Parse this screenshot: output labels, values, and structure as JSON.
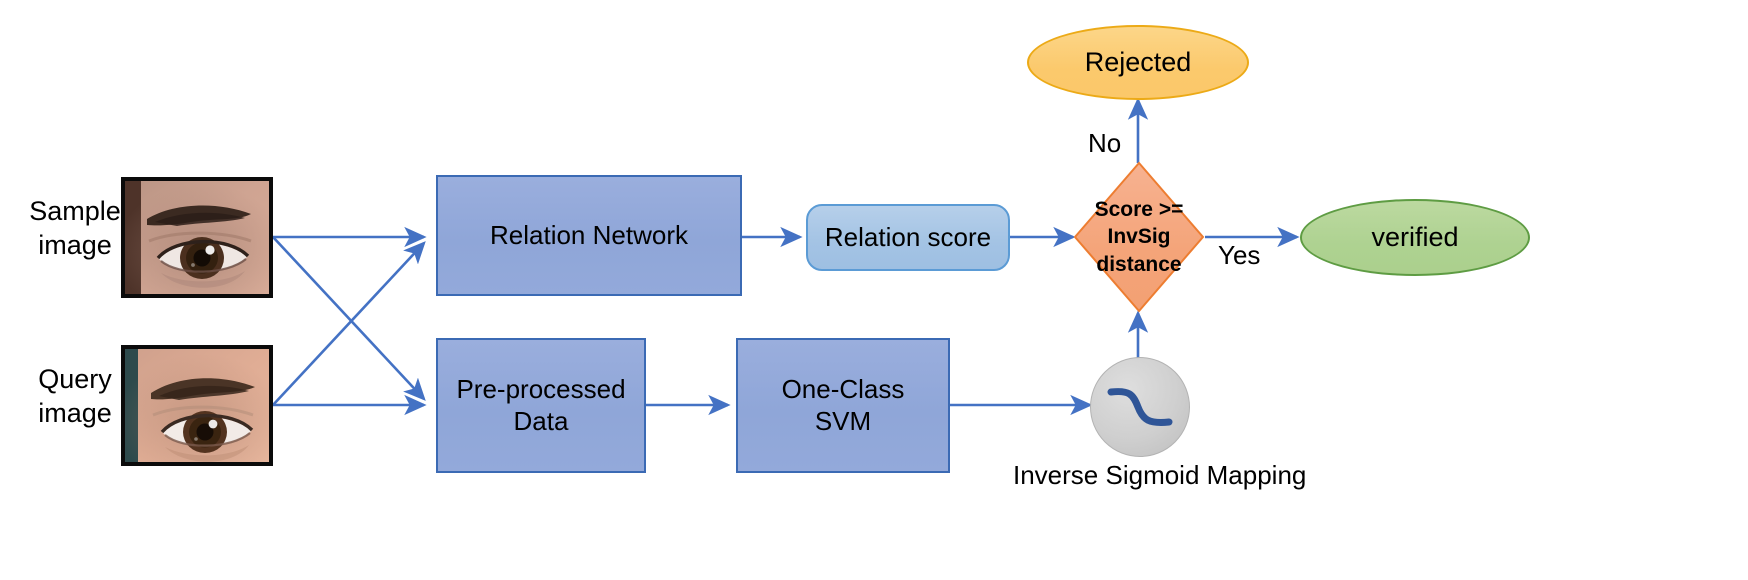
{
  "diagram": {
    "title": "Biometric verification flowchart",
    "colors": {
      "process_fill": "#8fa6d8",
      "process_border": "#3b6ab4",
      "score_fill": "#a3c3e4",
      "score_border": "#5b9bd5",
      "decision_fill": "#f4a479",
      "decision_border": "#ed7d31",
      "rejected_fill": "#fbc96c",
      "rejected_border": "#ecaa17",
      "verified_fill": "#aed291",
      "verified_border": "#5e9c43",
      "circle_fill": "#cfcfcf",
      "sigmoid_stroke": "#2f5597",
      "arrow": "#4472c4"
    },
    "inputs": [
      {
        "label": "Sample\nimage",
        "image_alt": "close-up photo of a human eye"
      },
      {
        "label": "Query\nimage",
        "image_alt": "close-up photo of a human eye"
      }
    ],
    "nodes": {
      "relation_network": "Relation Network",
      "relation_score": "Relation score",
      "preprocessed_data": "Pre-processed\nData",
      "one_class_svm": "One-Class\nSVM",
      "decision": "Score >=\nInvSig\ndistance",
      "rejected": "Rejected",
      "verified": "verified",
      "sigmoid_icon": "inverse-sigmoid-curve"
    },
    "captions": {
      "inverse_sigmoid": "Inverse Sigmoid Mapping"
    },
    "edge_labels": {
      "no": "No",
      "yes": "Yes"
    }
  }
}
